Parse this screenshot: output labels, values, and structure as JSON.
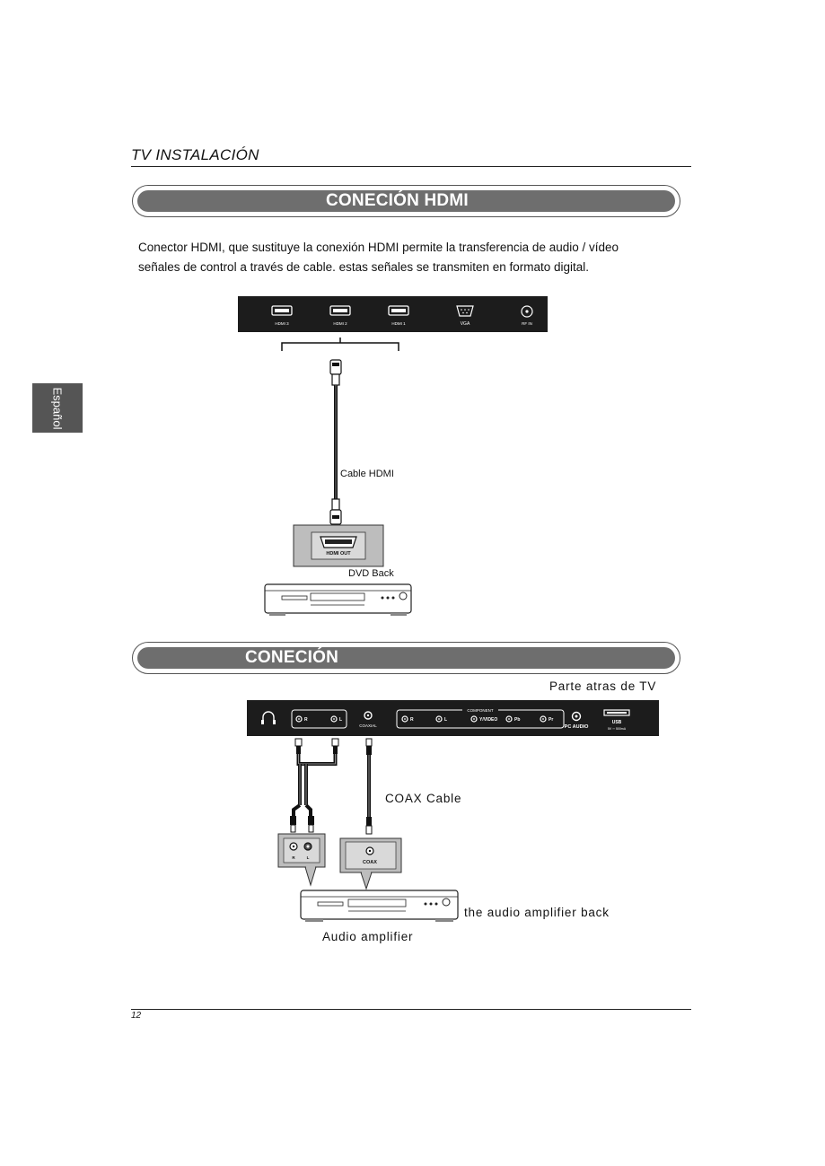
{
  "header": {
    "title": "TV INSTALACIÓN"
  },
  "side_tab": {
    "label": "Español"
  },
  "section_hdmi": {
    "banner": "CONECIÓN HDMI",
    "description_line1": "Conector HDMI, que sustituye la conexión HDMI permite la transferencia de audio / vídeo",
    "description_line2": "señales de control a través de cable. estas señales se transmiten en formato digital.",
    "tv_panel_ports": [
      "HDMI 3",
      "HDMI 2",
      "HDMI 1",
      "VGA",
      "RF IN"
    ],
    "cable_label": "Cable HDMI",
    "dvd_port_label": "HDMI OUT",
    "dvd_label": "DVD Back"
  },
  "section_audio": {
    "banner": "CONECIÓN",
    "tv_back_label": "Parte atras de TV",
    "tv_panel": {
      "audio_r": "R",
      "audio_l": "L",
      "coaxial": "COAXIAL",
      "component_title": "COMPONENT",
      "component_ports": [
        "R",
        "L",
        "Y/VIDEO",
        "Pb",
        "Pr"
      ],
      "pc_audio": "PC AUDIO",
      "usb": "USB",
      "usb_sub": "5V ⎓ 500mA"
    },
    "coax_cable_label": "COAX Cable",
    "amp_rca_labels": [
      "R",
      "L"
    ],
    "amp_coax_label": "COAX",
    "amp_back_label": "the audio amplifier back",
    "amp_label": "Audio amplifier"
  },
  "footer": {
    "page_number": "12"
  }
}
